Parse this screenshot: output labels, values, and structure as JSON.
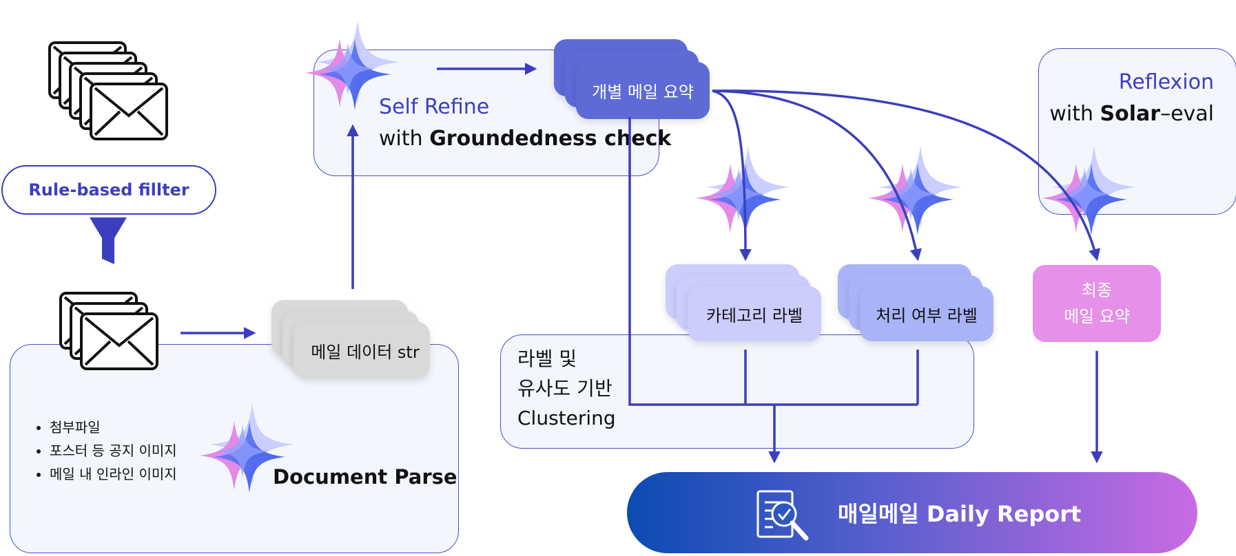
{
  "filter": {
    "label": "Rule-based fillter"
  },
  "self_refine": {
    "title": "Self Refine",
    "subtitle_prefix": "with ",
    "subtitle_bold": "Groundedness check"
  },
  "reflexion": {
    "title": "Reflexion",
    "subtitle_prefix": "with ",
    "subtitle_bold": "Solar",
    "subtitle_suffix": "–eval"
  },
  "cards": {
    "individual_summary": "개별 메일 요약",
    "mail_data": "메일 데이터 str",
    "category_label": "카테고리 라벨",
    "process_label": "처리 여부 라벨",
    "final_summary_line1": "최종",
    "final_summary_line2": "메일 요약"
  },
  "clustering": {
    "line1": "라벨 및",
    "line2": "유사도 기반",
    "line3": "Clustering"
  },
  "document_parse": {
    "title": "Document Parse",
    "bullets": [
      "첨부파일",
      "포스터 등 공지 이미지",
      "메일 내 인라인 이미지"
    ]
  },
  "report": {
    "label": "매일메일 Daily Report"
  },
  "colors": {
    "accent": "#3b3fbd",
    "panel_bg": "#f3f6fd",
    "summary_card": "#5e6ad6",
    "category_card": "#cccdfc",
    "process_card": "#a9b4f8",
    "final_card": "#e690e9",
    "mail_card": "#d9d9d9",
    "report_gradient_start": "#0b4bb2",
    "report_gradient_end": "#c96be3"
  }
}
